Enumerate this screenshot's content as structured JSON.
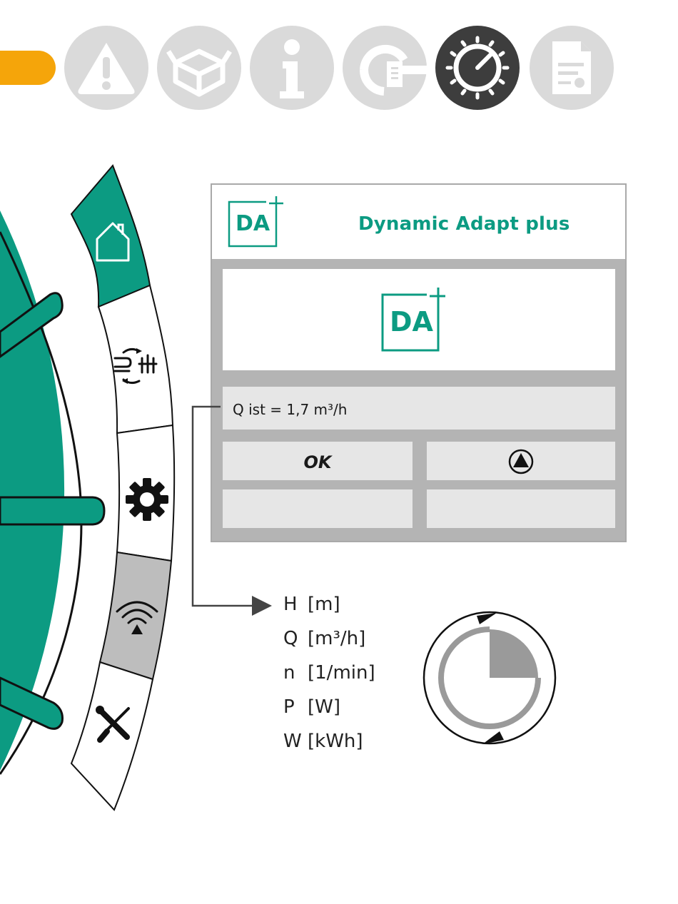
{
  "top_tabs": {
    "accent_color": "#f5a50a",
    "inactive_color": "#dadada",
    "active_color": "#3d3d3d",
    "items": [
      {
        "icon": "warning-icon",
        "active": false
      },
      {
        "icon": "package-box-icon",
        "active": false
      },
      {
        "icon": "info-icon",
        "active": false
      },
      {
        "icon": "pump-install-icon",
        "active": false
      },
      {
        "icon": "control-dial-icon",
        "active": true
      },
      {
        "icon": "document-icon",
        "active": false
      }
    ]
  },
  "dial_menu": {
    "brand_color": "#0c9b82",
    "items": [
      {
        "icon": "home-icon",
        "state": "active"
      },
      {
        "icon": "heating-control-icon",
        "state": "normal"
      },
      {
        "icon": "gear-icon",
        "state": "normal"
      },
      {
        "icon": "wireless-pump-icon",
        "state": "highlighted"
      },
      {
        "icon": "tools-icon",
        "state": "normal"
      }
    ]
  },
  "display": {
    "header": {
      "logo_text": "DA",
      "logo_plus": "+",
      "title": "Dynamic Adapt plus"
    },
    "center_logo": {
      "text": "DA",
      "plus": "+"
    },
    "value_line": "Q ist = 1,7 m³/h",
    "softkeys": {
      "ok_label": "OK",
      "pump_icon": "pump-triangle-icon"
    }
  },
  "parameters": [
    {
      "symbol": "H",
      "unit": "[m]"
    },
    {
      "symbol": "Q",
      "unit": "[m³/h]"
    },
    {
      "symbol": "n",
      "unit": "[1/min]"
    },
    {
      "symbol": "P",
      "unit": "[W]"
    },
    {
      "symbol": "W",
      "unit": "[kWh]"
    }
  ],
  "rotary_knob": {
    "icon": "rotate-knob-icon"
  }
}
